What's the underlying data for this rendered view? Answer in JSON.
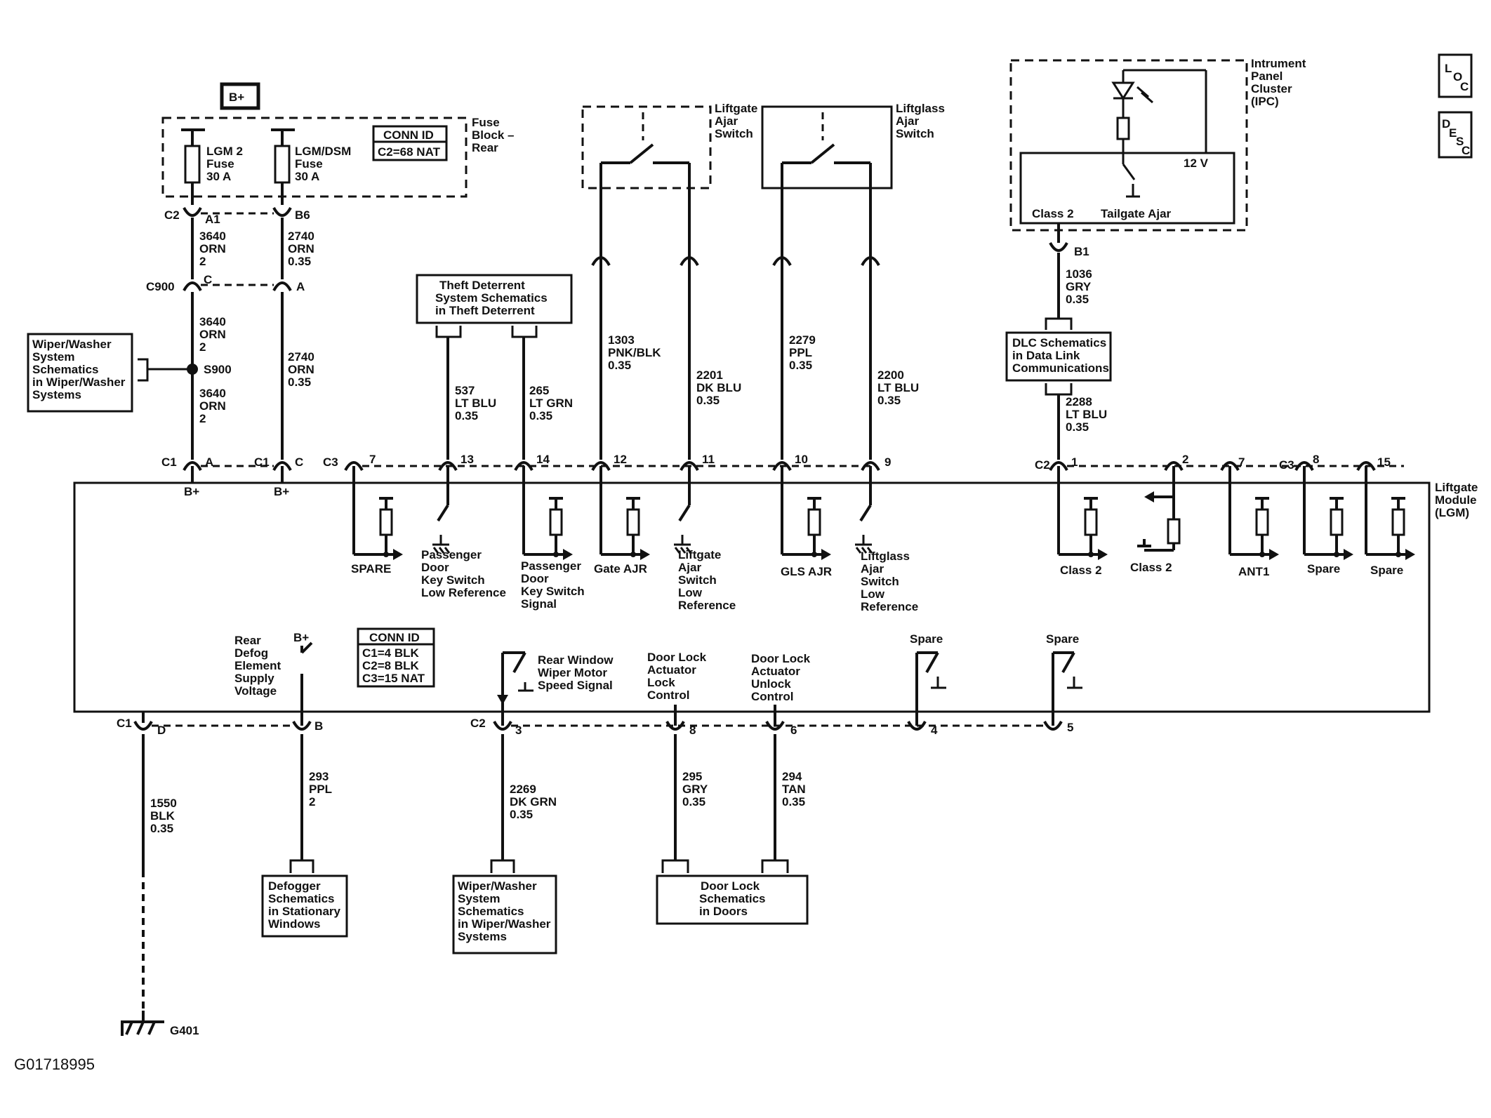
{
  "figure_id": "G01718995",
  "corner_icons": {
    "loc": [
      "L",
      "O",
      "C"
    ],
    "desc": [
      "D",
      "E",
      "S",
      "C"
    ]
  },
  "power": {
    "bplus": "B+"
  },
  "fuse_block": {
    "title": [
      "Fuse",
      "Block –",
      "Rear"
    ],
    "conn_id_title": "CONN ID",
    "conn_id_value": "C2=68 NAT",
    "fuse1": [
      "LGM 2",
      "Fuse",
      "30 A"
    ],
    "fuse2": [
      "LGM/DSM",
      "Fuse",
      "30 A"
    ]
  },
  "connectors": {
    "c2": "C2",
    "a1": "A1",
    "b6": "B6",
    "c900": "C900",
    "c": "C",
    "a": "A",
    "s900": "S900",
    "c1": "C1",
    "c3": "C3",
    "d": "D",
    "b": "B",
    "b1": "B1"
  },
  "wires": {
    "w3640a": [
      "3640",
      "ORN",
      "2"
    ],
    "w2740a": [
      "2740",
      "ORN",
      "0.35"
    ],
    "w3640b": [
      "3640",
      "ORN",
      "2"
    ],
    "w2740b": [
      "2740",
      "ORN",
      "0.35"
    ],
    "w3640c": [
      "3640",
      "ORN",
      "2"
    ],
    "w537": [
      "537",
      "LT BLU",
      "0.35"
    ],
    "w265": [
      "265",
      "LT GRN",
      "0.35"
    ],
    "w1303": [
      "1303",
      "PNK/BLK",
      "0.35"
    ],
    "w2201": [
      "2201",
      "DK BLU",
      "0.35"
    ],
    "w2279": [
      "2279",
      "PPL",
      "0.35"
    ],
    "w2200": [
      "2200",
      "LT BLU",
      "0.35"
    ],
    "w1036": [
      "1036",
      "GRY",
      "0.35"
    ],
    "w2288": [
      "2288",
      "LT BLU",
      "0.35"
    ],
    "w1550": [
      "1550",
      "BLK",
      "0.35"
    ],
    "w293": [
      "293",
      "PPL",
      "2"
    ],
    "w2269": [
      "2269",
      "DK GRN",
      "0.35"
    ],
    "w295": [
      "295",
      "GRY",
      "0.35"
    ],
    "w294": [
      "294",
      "TAN",
      "0.35"
    ]
  },
  "ref_boxes": {
    "wiper_top": [
      "Wiper/Washer",
      "System",
      "Schematics",
      "in Wiper/Washer",
      "Systems"
    ],
    "theft": [
      "Theft Deterrent",
      "System Schematics",
      "in Theft Deterrent"
    ],
    "dlc": [
      "DLC Schematics",
      "in Data Link",
      "Communications"
    ],
    "defogger": [
      "Defogger",
      "Schematics",
      "in Stationary",
      "Windows"
    ],
    "wiper_bottom": [
      "Wiper/Washer",
      "System",
      "Schematics",
      "in Wiper/Washer",
      "Systems"
    ],
    "doorlock": [
      "Door Lock",
      "Schematics",
      "in Doors"
    ]
  },
  "switches": {
    "liftgate": [
      "Liftgate",
      "Ajar",
      "Switch"
    ],
    "liftglass": [
      "Liftglass",
      "Ajar",
      "Switch"
    ]
  },
  "ipc": {
    "title": [
      "Intrument",
      "Panel",
      "Cluster",
      "(IPC)"
    ],
    "v12": "12 V",
    "class2": "Class 2",
    "tailgate": "Tailgate Ajar"
  },
  "lgm": {
    "title": [
      "Liftgate",
      "Module",
      "(LGM)"
    ],
    "top_pins": [
      "7",
      "13",
      "14",
      "12",
      "11",
      "10",
      "9",
      "1",
      "2",
      "7",
      "8",
      "15"
    ],
    "bplus": "B+",
    "spare_label": "SPARE",
    "pass_door_low": [
      "Passenger",
      "Door",
      "Key Switch",
      "Low Reference"
    ],
    "pass_door_sig": [
      "Passenger",
      "Door",
      "Key Switch",
      "Signal"
    ],
    "gate_ajr": "Gate AJR",
    "liftgate_low": [
      "Liftgate",
      "Ajar",
      "Switch",
      "Low",
      "Reference"
    ],
    "gls_ajr": "GLS AJR",
    "liftglass_low": [
      "Liftglass",
      "Ajar",
      "Switch",
      "Low",
      "Reference"
    ],
    "class2": "Class 2",
    "ant1": "ANT1",
    "spare": "Spare",
    "rear_defog": [
      "Rear",
      "Defog",
      "Element",
      "Supply",
      "Voltage"
    ],
    "conn_id_title": "CONN ID",
    "conn_id_values": [
      "C1=4 BLK",
      "C2=8 BLK",
      "C3=15 NAT"
    ],
    "rear_wiper": [
      "Rear Window",
      "Wiper Motor",
      "Speed Signal"
    ],
    "door_lock_lock": [
      "Door Lock",
      "Actuator",
      "Lock",
      "Control"
    ],
    "door_lock_unlock": [
      "Door Lock",
      "Actuator",
      "Unlock",
      "Control"
    ],
    "bottom_pins": [
      "3",
      "8",
      "6",
      "4",
      "5"
    ]
  },
  "ground": {
    "g401": "G401"
  }
}
